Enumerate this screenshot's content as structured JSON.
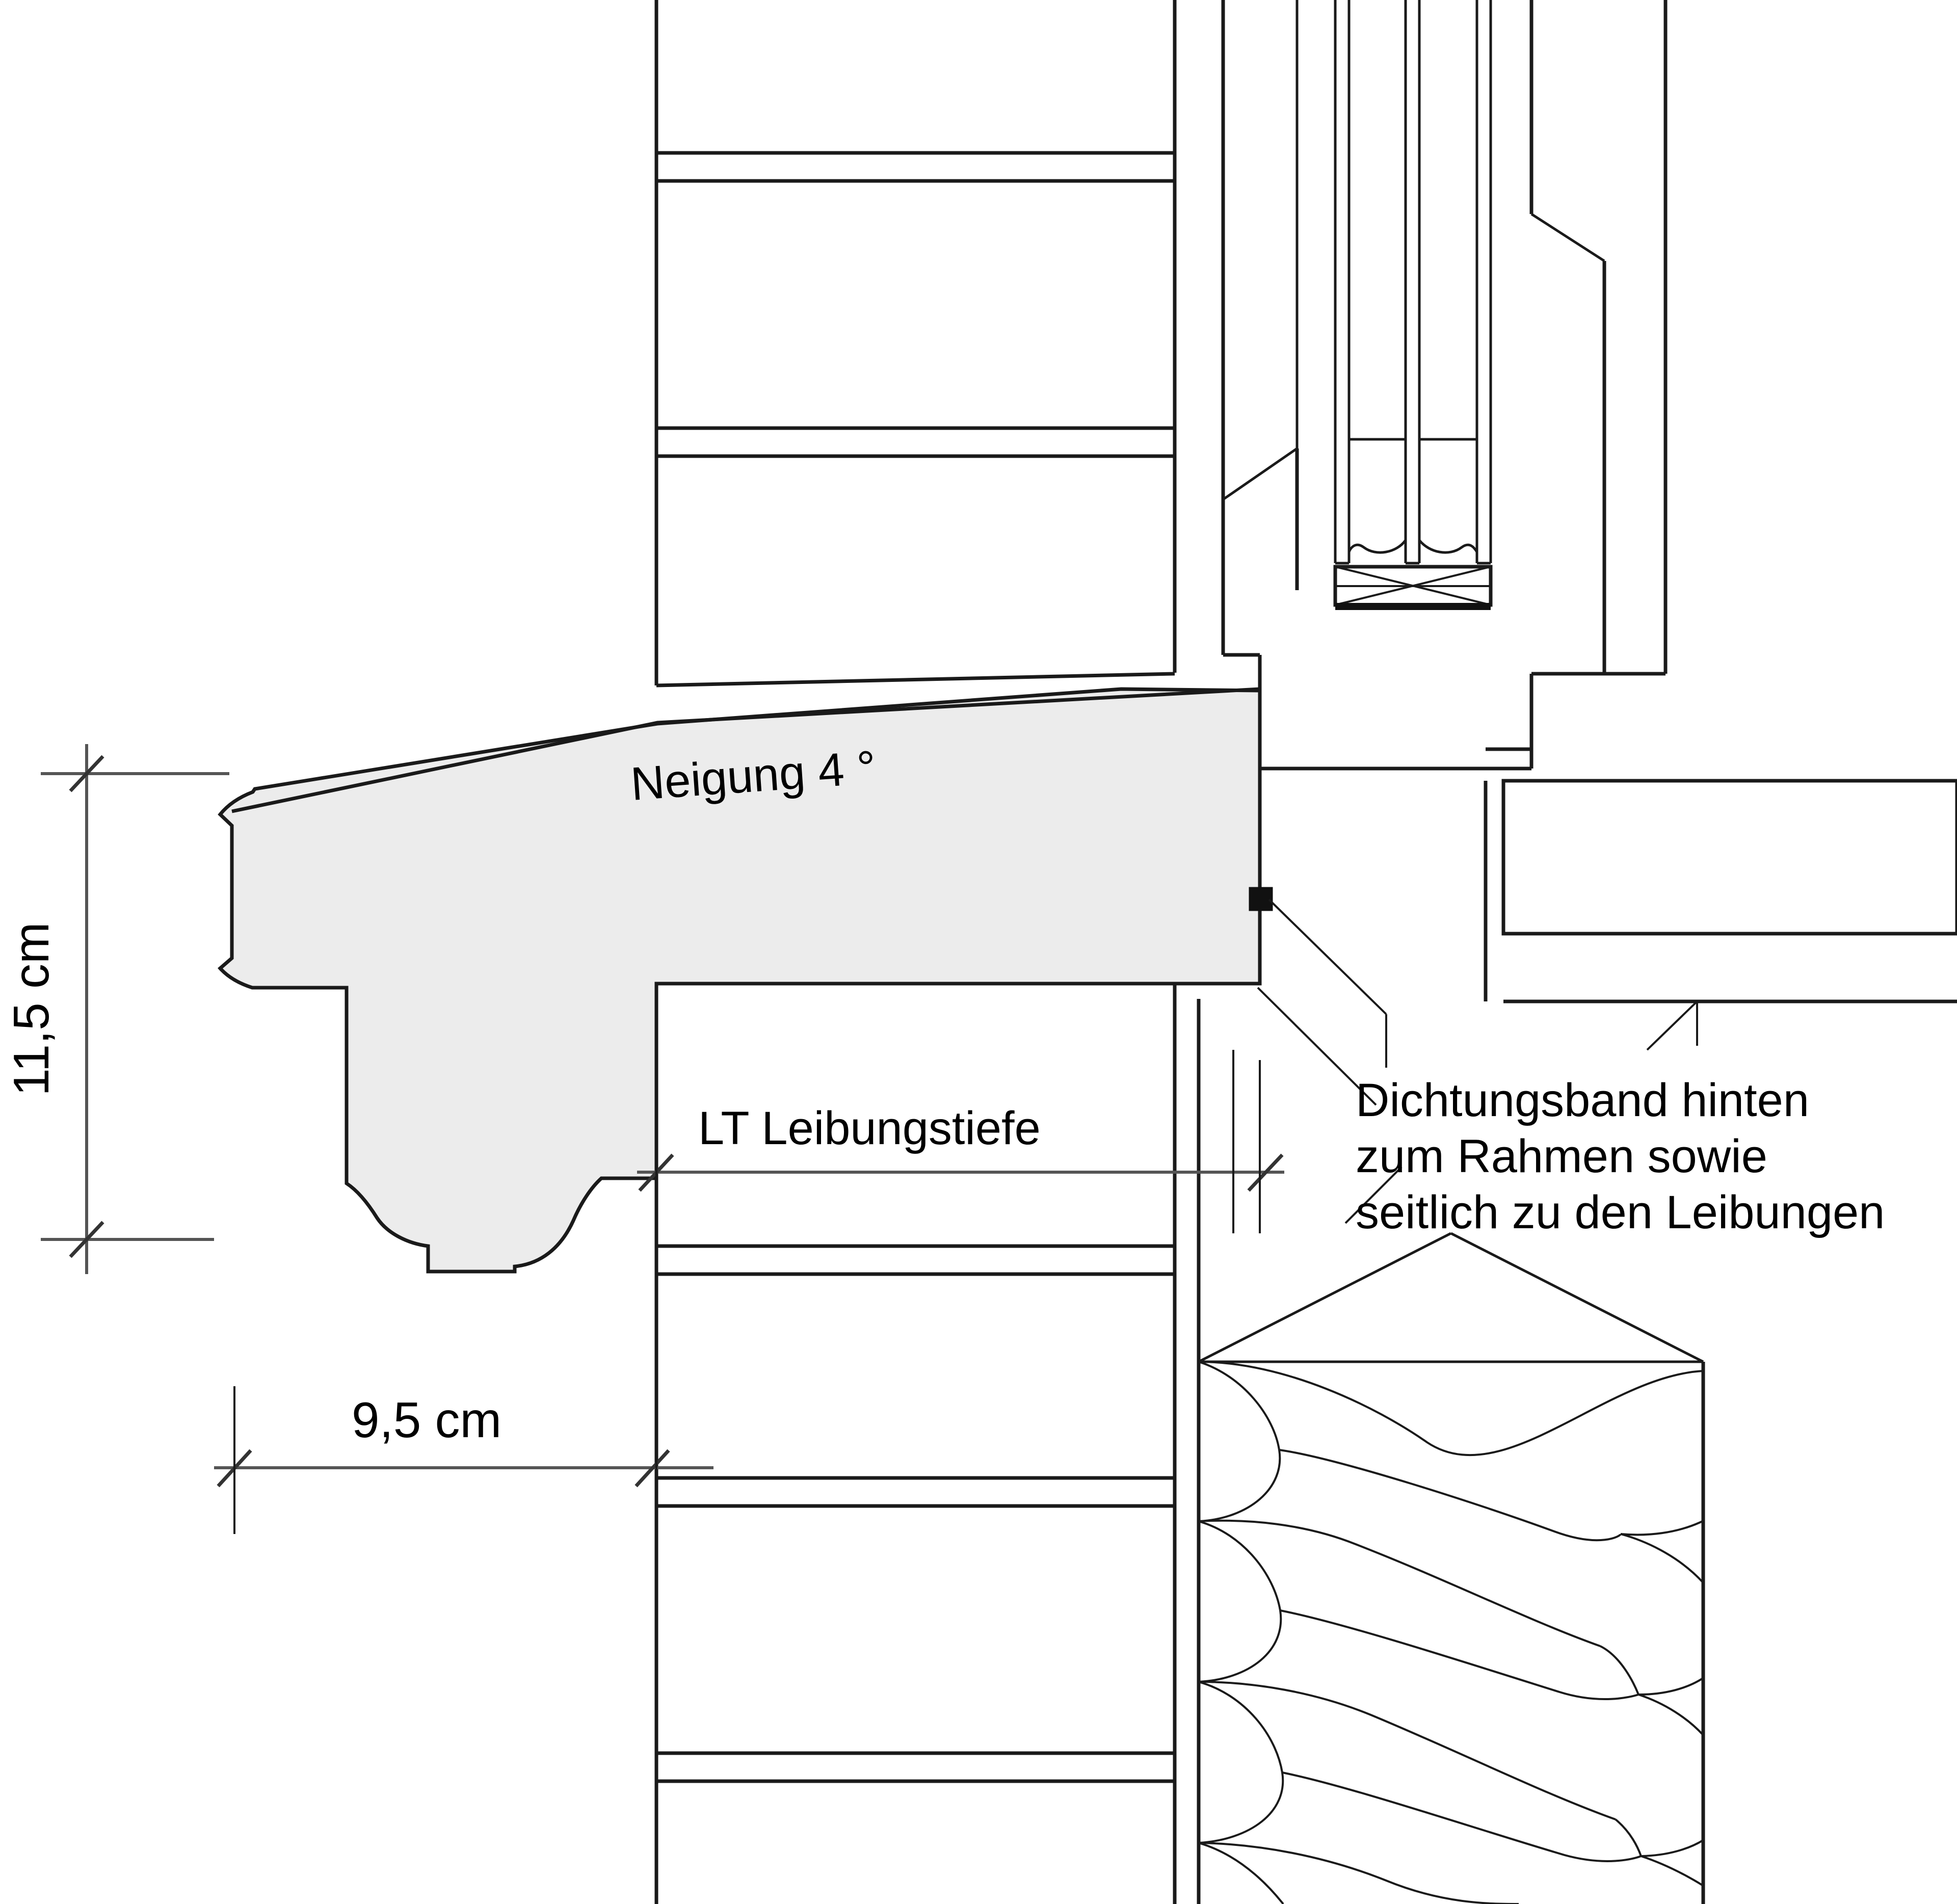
{
  "drawing": {
    "type": "architectural-detail-section",
    "subject": "Fensterbank / Fensteranschluss Detailschnitt",
    "background_color": "#ffffff",
    "line_color": "#1a1a1a",
    "sill_fill_color": "#ececec"
  },
  "annotations": {
    "slope_label": "Neigung 4 °",
    "reveal_depth_label": "LT Leibungstiefe",
    "sealing_tape_note_line1": "Dichtungsband hinten",
    "sealing_tape_note_line2": "zum Rahmen sowie",
    "sealing_tape_note_line3": "seitlich zu den Leibungen"
  },
  "dimensions": {
    "vertical_height": "11,5 cm",
    "horizontal_overhang": "9,5 cm"
  },
  "components": {
    "window_sill": "Fensterbank",
    "masonry_wall": "Mauerwerk",
    "insulation": "Dämmung",
    "window_frame": "Blendrahmen",
    "glazing": "Dreifachverglasung",
    "interior_sill": "Innere Fensterbank",
    "sealing_tape": "Dichtungsband"
  }
}
